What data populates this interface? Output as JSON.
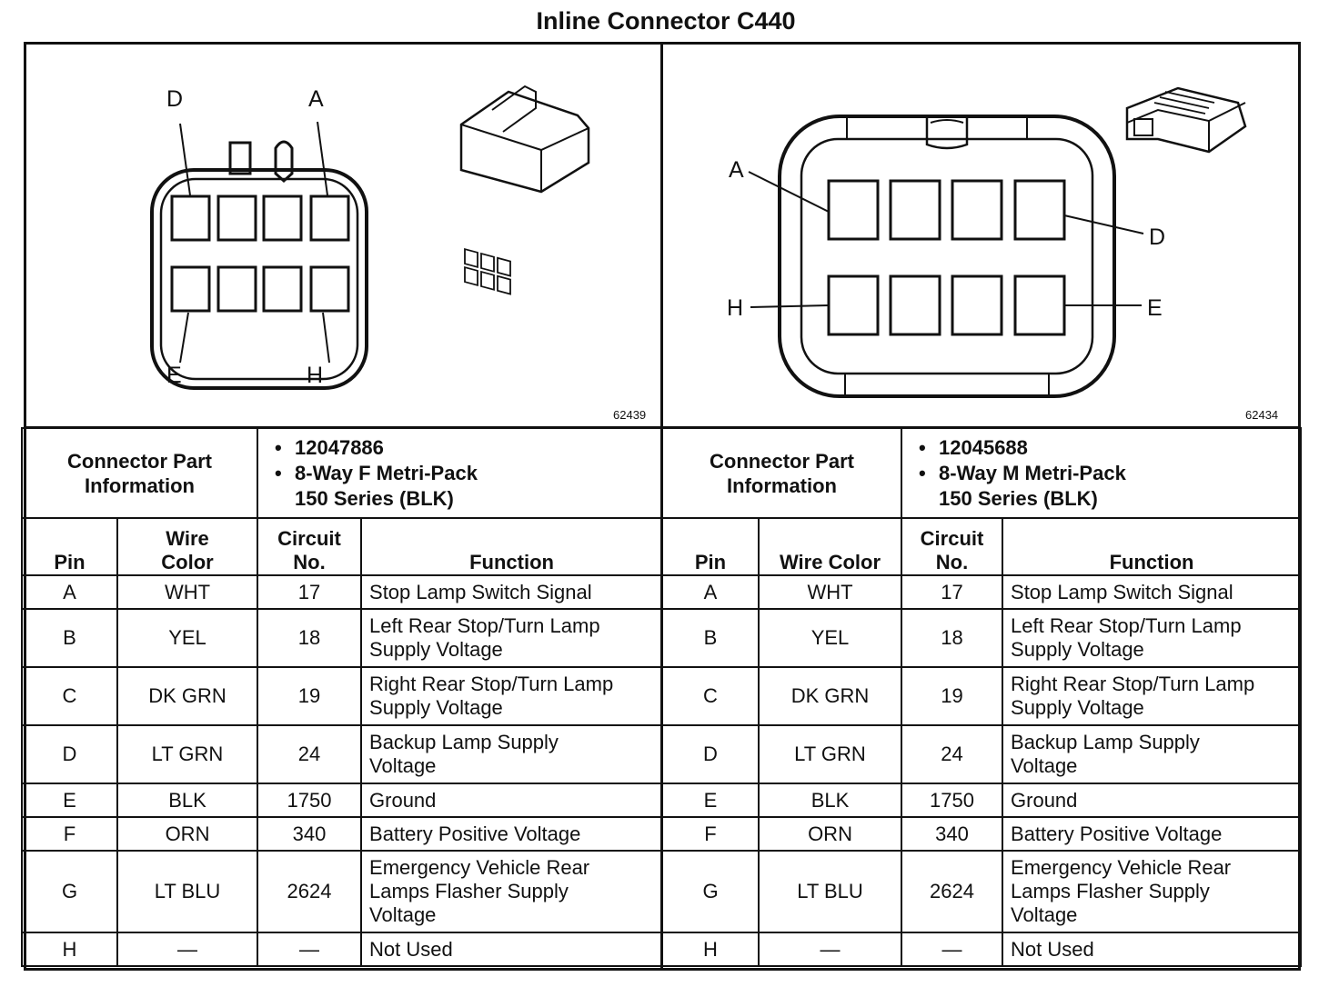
{
  "title": "Inline Connector C440",
  "left": {
    "figure_number": "62439",
    "pin_labels": {
      "D": "D",
      "A": "A",
      "E": "E",
      "H": "H"
    },
    "info_label_1": "Connector Part",
    "info_label_2": "Information",
    "part_number": "12047886",
    "desc_line1": "8-Way F Metri-Pack",
    "desc_line2": "150 Series (BLK)"
  },
  "right": {
    "figure_number": "62434",
    "pin_labels": {
      "A": "A",
      "D": "D",
      "H": "H",
      "E": "E"
    },
    "info_label_1": "Connector Part",
    "info_label_2": "Information",
    "part_number": "12045688",
    "desc_line1": "8-Way M Metri-Pack",
    "desc_line2": "150 Series (BLK)"
  },
  "headers": {
    "pin": "Pin",
    "wire_color_1": "Wire",
    "wire_color_2": "Color",
    "wire_color_single": "Wire Color",
    "circuit_1": "Circuit",
    "circuit_2": "No.",
    "function": "Function"
  },
  "rows": [
    {
      "pin": "A",
      "color": "WHT",
      "circuit": "17",
      "fn1": "Stop Lamp Switch Signal",
      "fn2": "",
      "fn3": ""
    },
    {
      "pin": "B",
      "color": "YEL",
      "circuit": "18",
      "fn1": "Left Rear Stop/Turn Lamp",
      "fn2": "Supply Voltage",
      "fn3": ""
    },
    {
      "pin": "C",
      "color": "DK GRN",
      "circuit": "19",
      "fn1": "Right Rear Stop/Turn Lamp",
      "fn2": "Supply Voltage",
      "fn3": ""
    },
    {
      "pin": "D",
      "color": "LT GRN",
      "circuit": "24",
      "fn1": "Backup Lamp Supply",
      "fn2": "Voltage",
      "fn3": ""
    },
    {
      "pin": "E",
      "color": "BLK",
      "circuit": "1750",
      "fn1": "Ground",
      "fn2": "",
      "fn3": ""
    },
    {
      "pin": "F",
      "color": "ORN",
      "circuit": "340",
      "fn1": "Battery Positive Voltage",
      "fn2": "",
      "fn3": ""
    },
    {
      "pin": "G",
      "color": "LT BLU",
      "circuit": "2624",
      "fn1": "Emergency Vehicle Rear",
      "fn2": "Lamps Flasher Supply",
      "fn3": "Voltage"
    },
    {
      "pin": "H",
      "color": "—",
      "circuit": "—",
      "fn1": "Not Used",
      "fn2": "",
      "fn3": ""
    }
  ]
}
